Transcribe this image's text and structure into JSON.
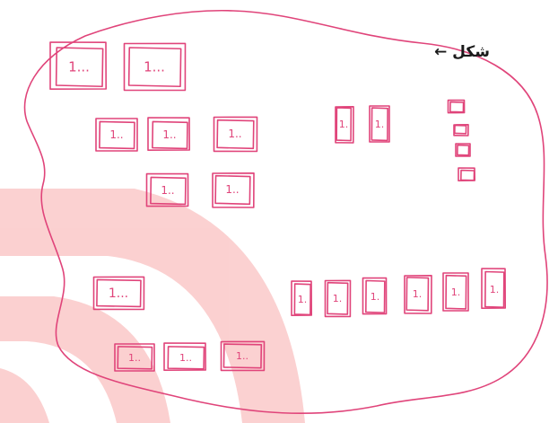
{
  "diagram": {
    "caption": "شکل ←",
    "ink_color": "#e0447a",
    "watermark_color": "#f15a5a",
    "groups": [
      {
        "name": "large-top",
        "boxes": [
          "1...",
          "1..."
        ]
      },
      {
        "name": "medium-upper",
        "boxes": [
          "1..",
          "1..",
          "1..",
          "1..",
          "1.."
        ]
      },
      {
        "name": "tall-pair",
        "boxes": [
          "1.",
          "1."
        ]
      },
      {
        "name": "tiny-column",
        "boxes": [
          "",
          "",
          "",
          ""
        ]
      },
      {
        "name": "large-bottom",
        "boxes": [
          "1..."
        ]
      },
      {
        "name": "tall-row",
        "boxes": [
          "1.",
          "1.",
          "1.",
          "1.",
          "1.",
          "1."
        ]
      },
      {
        "name": "medium-lower",
        "boxes": [
          "1..",
          "1..",
          "1.."
        ]
      }
    ]
  }
}
